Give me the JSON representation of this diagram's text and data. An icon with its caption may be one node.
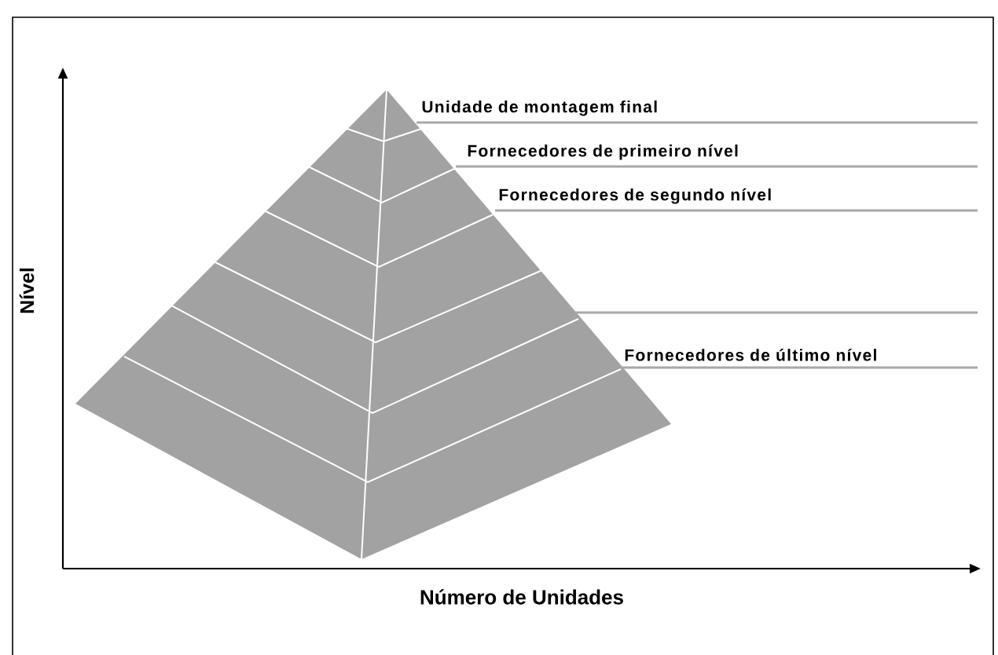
{
  "diagram": {
    "nodes": [
      {
        "text": [
          "Unidade de montagem final"
        ]
      },
      {
        "text": [
          "Fornecedores de primeiro nível"
        ]
      },
      {
        "text": [
          "Fornecedores de segundo nível"
        ]
      },
      {
        "text": [
          "Fornecedores de último nível"
        ]
      }
    ],
    "edges": [
      {
        "from": 0,
        "to": null,
        "arrow": "none"
      },
      {
        "from": 1,
        "to": null,
        "arrow": "none"
      },
      {
        "from": 2,
        "to": null,
        "arrow": "none"
      },
      {
        "from": 3,
        "to": null,
        "arrow": "none"
      }
    ],
    "labels": [
      "Nível",
      "Número de Unidades"
    ]
  }
}
